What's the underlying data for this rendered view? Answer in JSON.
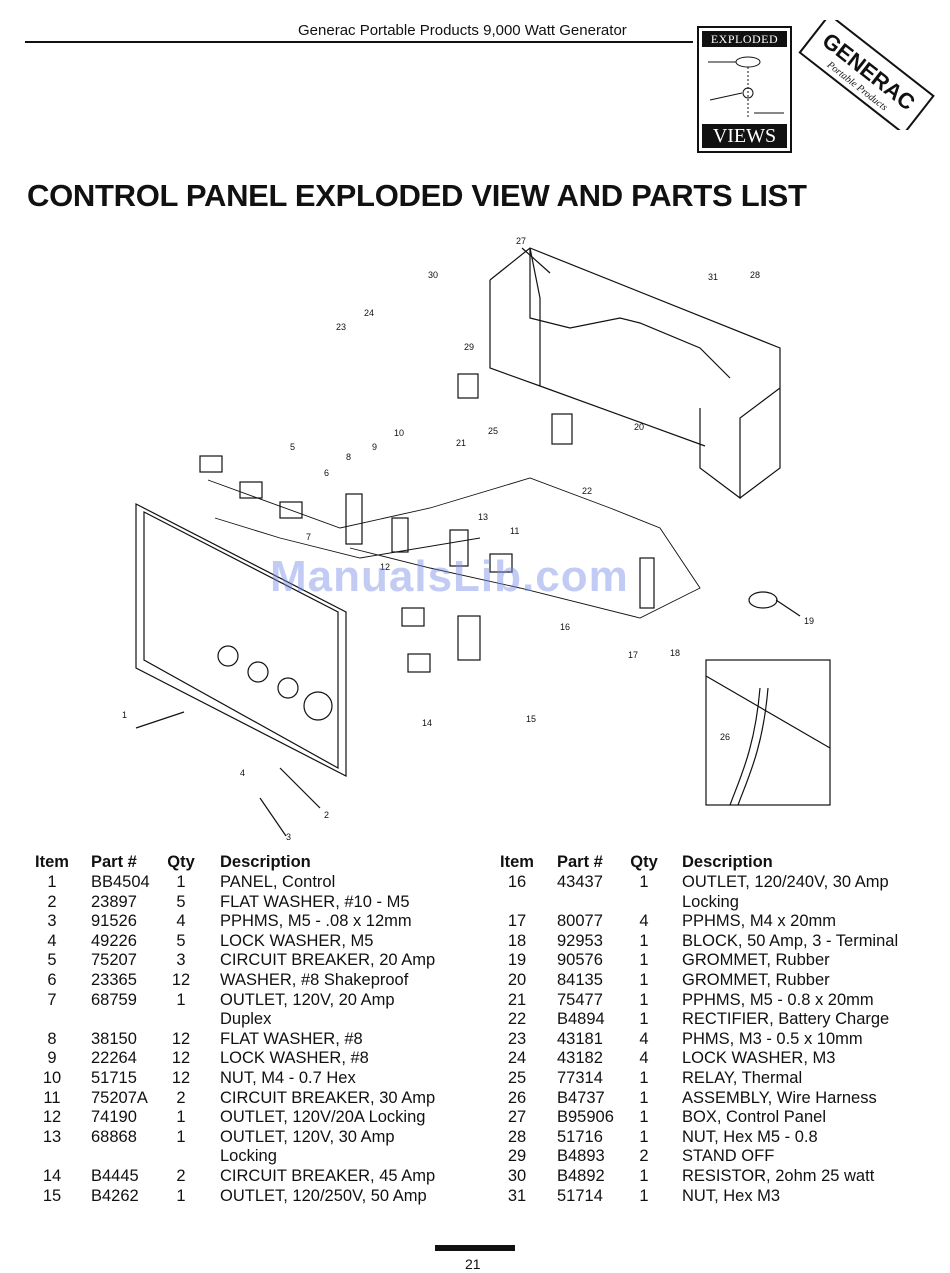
{
  "header": {
    "title": "Generac Portable Products 9,000 Watt Generator"
  },
  "badge": {
    "top": "EXPLODED",
    "bottom": "VIEWS"
  },
  "logo": {
    "brand": "GENERAC",
    "subtitle": "Portable Products"
  },
  "page_title": "CONTROL PANEL EXPLODED VIEW AND PARTS LIST",
  "watermark": "ManualsLib.com",
  "diagram_labels": [
    "1",
    "2",
    "3",
    "4",
    "5",
    "6",
    "7",
    "8",
    "9",
    "10",
    "11",
    "12",
    "13",
    "14",
    "15",
    "16",
    "17",
    "18",
    "19",
    "20",
    "21",
    "22",
    "23",
    "24",
    "25",
    "26",
    "27",
    "28",
    "29",
    "30",
    "31"
  ],
  "table_headers": {
    "item": "Item",
    "part": "Part #",
    "qty": "Qty",
    "description": "Description"
  },
  "parts_left": [
    {
      "item": "1",
      "part": "BB4504",
      "qty": "1",
      "desc": "PANEL, Control"
    },
    {
      "item": "2",
      "part": "23897",
      "qty": "5",
      "desc": "FLAT WASHER, #10 - M5"
    },
    {
      "item": "3",
      "part": "91526",
      "qty": "4",
      "desc": "PPHMS, M5 - .08 x 12mm"
    },
    {
      "item": "4",
      "part": "49226",
      "qty": "5",
      "desc": "LOCK WASHER, M5"
    },
    {
      "item": "5",
      "part": "75207",
      "qty": "3",
      "desc": "CIRCUIT BREAKER, 20 Amp"
    },
    {
      "item": "6",
      "part": "23365",
      "qty": "12",
      "desc": "WASHER, #8 Shakeproof"
    },
    {
      "item": "7",
      "part": "68759",
      "qty": "1",
      "desc": "OUTLET, 120V, 20 Amp",
      "desc2": "Duplex"
    },
    {
      "item": "8",
      "part": "38150",
      "qty": "12",
      "desc": "FLAT WASHER, #8"
    },
    {
      "item": "9",
      "part": "22264",
      "qty": "12",
      "desc": "LOCK WASHER, #8"
    },
    {
      "item": "10",
      "part": "51715",
      "qty": "12",
      "desc": "NUT, M4 - 0.7 Hex"
    },
    {
      "item": "11",
      "part": "75207A",
      "qty": "2",
      "desc": "CIRCUIT BREAKER, 30 Amp"
    },
    {
      "item": "12",
      "part": "74190",
      "qty": "1",
      "desc": "OUTLET, 120V/20A Locking"
    },
    {
      "item": "13",
      "part": "68868",
      "qty": "1",
      "desc": "OUTLET, 120V, 30 Amp",
      "desc2": "Locking"
    },
    {
      "item": "14",
      "part": "B4445",
      "qty": "2",
      "desc": "CIRCUIT BREAKER, 45 Amp"
    },
    {
      "item": "15",
      "part": "B4262",
      "qty": "1",
      "desc": "OUTLET, 120/250V, 50 Amp"
    }
  ],
  "parts_right": [
    {
      "item": "16",
      "part": "43437",
      "qty": "1",
      "desc": "OUTLET, 120/240V, 30 Amp",
      "desc2": "Locking"
    },
    {
      "item": "17",
      "part": "80077",
      "qty": "4",
      "desc": "PPHMS, M4 x 20mm"
    },
    {
      "item": "18",
      "part": "92953",
      "qty": "1",
      "desc": "BLOCK, 50 Amp, 3 - Terminal"
    },
    {
      "item": "19",
      "part": "90576",
      "qty": "1",
      "desc": "GROMMET, Rubber"
    },
    {
      "item": "20",
      "part": "84135",
      "qty": "1",
      "desc": "GROMMET, Rubber"
    },
    {
      "item": "21",
      "part": "75477",
      "qty": "1",
      "desc": "PPHMS, M5 - 0.8 x 20mm"
    },
    {
      "item": "22",
      "part": "B4894",
      "qty": "1",
      "desc": "RECTIFIER, Battery Charge"
    },
    {
      "item": "23",
      "part": "43181",
      "qty": "4",
      "desc": "PHMS, M3 - 0.5 x 10mm"
    },
    {
      "item": "24",
      "part": "43182",
      "qty": "4",
      "desc": "LOCK WASHER, M3"
    },
    {
      "item": "25",
      "part": "77314",
      "qty": "1",
      "desc": "RELAY, Thermal"
    },
    {
      "item": "26",
      "part": "B4737",
      "qty": "1",
      "desc": "ASSEMBLY, Wire Harness"
    },
    {
      "item": "27",
      "part": "B95906",
      "qty": "1",
      "desc": "BOX, Control Panel"
    },
    {
      "item": "28",
      "part": "51716",
      "qty": "1",
      "desc": "NUT, Hex M5 - 0.8"
    },
    {
      "item": "29",
      "part": "B4893",
      "qty": "2",
      "desc": "STAND OFF"
    },
    {
      "item": "30",
      "part": "B4892",
      "qty": "1",
      "desc": "RESISTOR, 2ohm 25 watt"
    },
    {
      "item": "31",
      "part": "51714",
      "qty": "1",
      "desc": "NUT, Hex M3"
    }
  ],
  "page_number": "21"
}
